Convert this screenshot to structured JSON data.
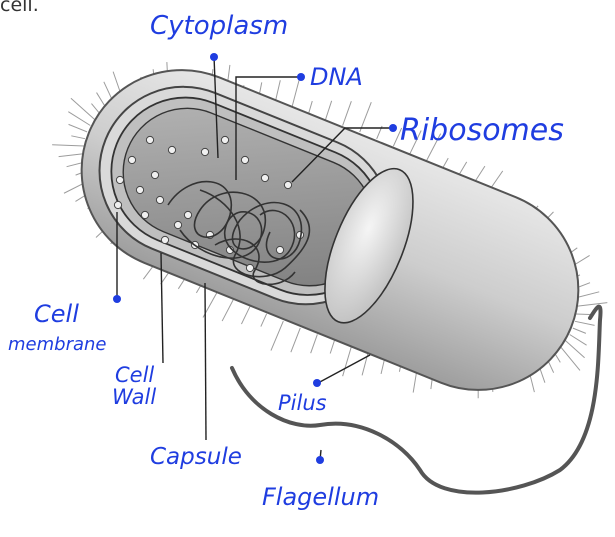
{
  "corner_text": "cell.",
  "labels": {
    "cytoplasm": "Cytoplasm",
    "dna": "DNA",
    "ribosomes": "Ribosomes",
    "cell_membrane_1": "Cell",
    "cell_membrane_2": "membrane",
    "cell_wall_1": "Cell",
    "cell_wall_2": "Wall",
    "pilus": "Pilus",
    "capsule": "Capsule",
    "flagellum": "Flagellum"
  },
  "colors": {
    "annotation": "#1f3de0",
    "leader_line": "#222222",
    "cell_fill": "#cfcfcf",
    "cytoplasm_fill": "#9a9a9a"
  }
}
